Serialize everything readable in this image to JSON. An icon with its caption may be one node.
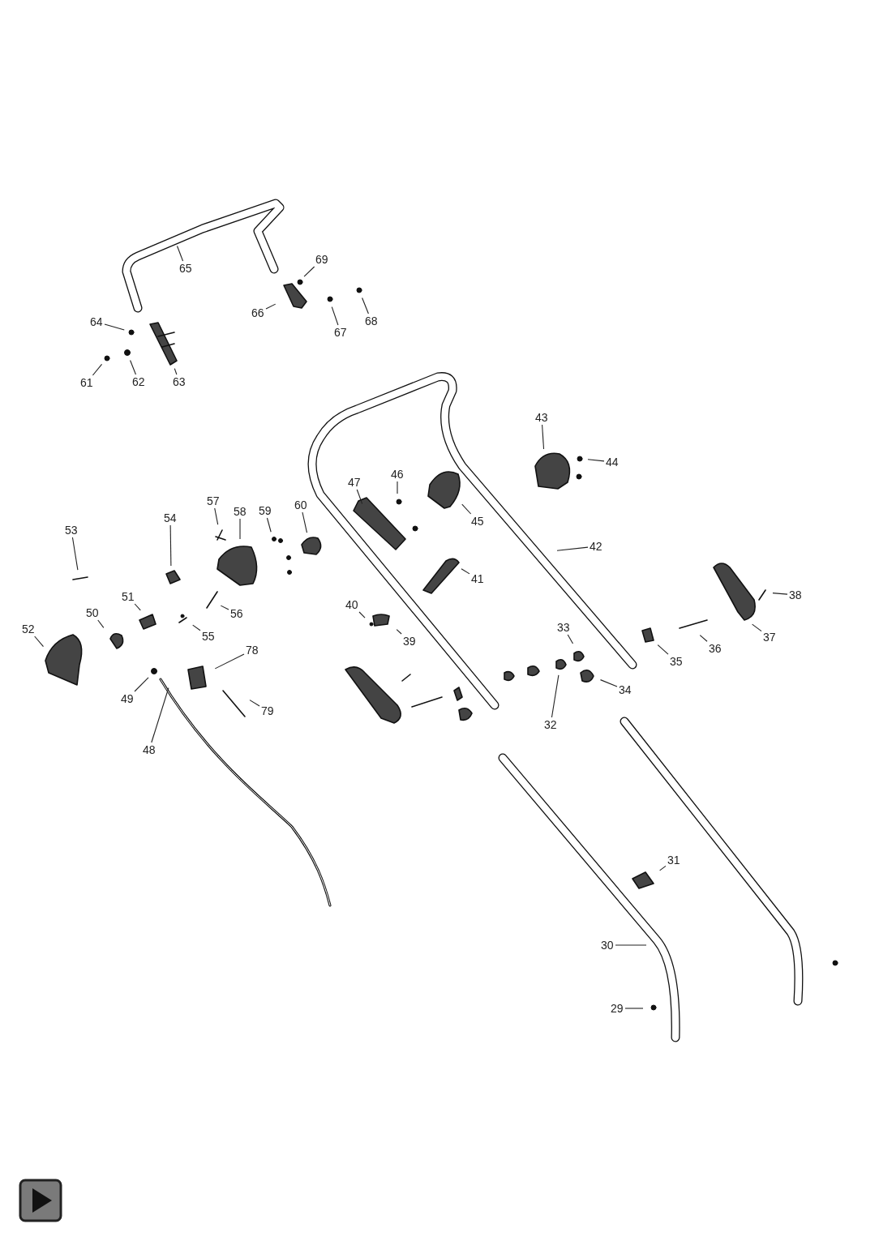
{
  "diagram": {
    "nodes": [
      {
        "text": [
          "69"
        ]
      },
      {
        "text": [
          "65"
        ]
      },
      {
        "text": [
          "66"
        ]
      },
      {
        "text": [
          "67"
        ]
      },
      {
        "text": [
          "68"
        ]
      },
      {
        "text": [
          "64"
        ]
      },
      {
        "text": [
          "61"
        ]
      },
      {
        "text": [
          "62"
        ]
      },
      {
        "text": [
          "63"
        ]
      },
      {
        "text": [
          "43"
        ]
      },
      {
        "text": [
          "44"
        ]
      },
      {
        "text": [
          "46"
        ]
      },
      {
        "text": [
          "47"
        ]
      },
      {
        "text": [
          "45"
        ]
      },
      {
        "text": [
          "42"
        ]
      },
      {
        "text": [
          "57"
        ]
      },
      {
        "text": [
          "58"
        ]
      },
      {
        "text": [
          "59"
        ]
      },
      {
        "text": [
          "60"
        ]
      },
      {
        "text": [
          "54"
        ]
      },
      {
        "text": [
          "53"
        ]
      },
      {
        "text": [
          "41"
        ]
      },
      {
        "text": [
          "51"
        ]
      },
      {
        "text": [
          "50"
        ]
      },
      {
        "text": [
          "56"
        ]
      },
      {
        "text": [
          "40"
        ]
      },
      {
        "text": [
          "39"
        ]
      },
      {
        "text": [
          "38"
        ]
      },
      {
        "text": [
          "52"
        ]
      },
      {
        "text": [
          "55"
        ]
      },
      {
        "text": [
          "33"
        ]
      },
      {
        "text": [
          "36"
        ]
      },
      {
        "text": [
          "37"
        ]
      },
      {
        "text": [
          "35"
        ]
      },
      {
        "text": [
          "78"
        ]
      },
      {
        "text": [
          "34"
        ]
      },
      {
        "text": [
          "49"
        ]
      },
      {
        "text": [
          "79"
        ]
      },
      {
        "text": [
          "32"
        ]
      },
      {
        "text": [
          "48"
        ]
      },
      {
        "text": [
          "31"
        ]
      },
      {
        "text": [
          "30"
        ]
      },
      {
        "text": [
          "29"
        ]
      }
    ],
    "edges": [
      {
        "from": 0,
        "to": null,
        "arrow": "none"
      },
      {
        "from": 1,
        "to": null,
        "arrow": "none"
      },
      {
        "from": 2,
        "to": null,
        "arrow": "none"
      },
      {
        "from": 3,
        "to": null,
        "arrow": "none"
      },
      {
        "from": 4,
        "to": null,
        "arrow": "none"
      },
      {
        "from": 5,
        "to": null,
        "arrow": "none"
      },
      {
        "from": 6,
        "to": null,
        "arrow": "none"
      },
      {
        "from": 7,
        "to": null,
        "arrow": "none"
      },
      {
        "from": 8,
        "to": null,
        "arrow": "none"
      },
      {
        "from": 9,
        "to": null,
        "arrow": "none"
      },
      {
        "from": 10,
        "to": null,
        "arrow": "none"
      },
      {
        "from": 11,
        "to": null,
        "arrow": "none"
      },
      {
        "from": 12,
        "to": null,
        "arrow": "none"
      },
      {
        "from": 13,
        "to": null,
        "arrow": "none"
      },
      {
        "from": 14,
        "to": null,
        "arrow": "none"
      },
      {
        "from": 15,
        "to": null,
        "arrow": "none"
      },
      {
        "from": 16,
        "to": null,
        "arrow": "none"
      },
      {
        "from": 17,
        "to": null,
        "arrow": "none"
      },
      {
        "from": 18,
        "to": null,
        "arrow": "none"
      },
      {
        "from": 19,
        "to": null,
        "arrow": "none"
      },
      {
        "from": 20,
        "to": null,
        "arrow": "none"
      },
      {
        "from": 21,
        "to": null,
        "arrow": "none"
      },
      {
        "from": 22,
        "to": null,
        "arrow": "none"
      },
      {
        "from": 23,
        "to": null,
        "arrow": "none"
      },
      {
        "from": 24,
        "to": null,
        "arrow": "none"
      },
      {
        "from": 25,
        "to": null,
        "arrow": "none"
      },
      {
        "from": 26,
        "to": null,
        "arrow": "none"
      },
      {
        "from": 27,
        "to": null,
        "arrow": "none"
      },
      {
        "from": 28,
        "to": null,
        "arrow": "none"
      },
      {
        "from": 29,
        "to": null,
        "arrow": "none"
      },
      {
        "from": 30,
        "to": null,
        "arrow": "none"
      },
      {
        "from": 31,
        "to": null,
        "arrow": "none"
      },
      {
        "from": 32,
        "to": null,
        "arrow": "none"
      },
      {
        "from": 33,
        "to": null,
        "arrow": "none"
      },
      {
        "from": 34,
        "to": null,
        "arrow": "none"
      },
      {
        "from": 35,
        "to": null,
        "arrow": "none"
      },
      {
        "from": 36,
        "to": null,
        "arrow": "none"
      },
      {
        "from": 37,
        "to": null,
        "arrow": "none"
      },
      {
        "from": 38,
        "to": null,
        "arrow": "none"
      },
      {
        "from": 39,
        "to": null,
        "arrow": "none"
      },
      {
        "from": 40,
        "to": null,
        "arrow": "none"
      },
      {
        "from": 41,
        "to": null,
        "arrow": "none"
      },
      {
        "from": 42,
        "to": null,
        "arrow": "none"
      }
    ]
  }
}
